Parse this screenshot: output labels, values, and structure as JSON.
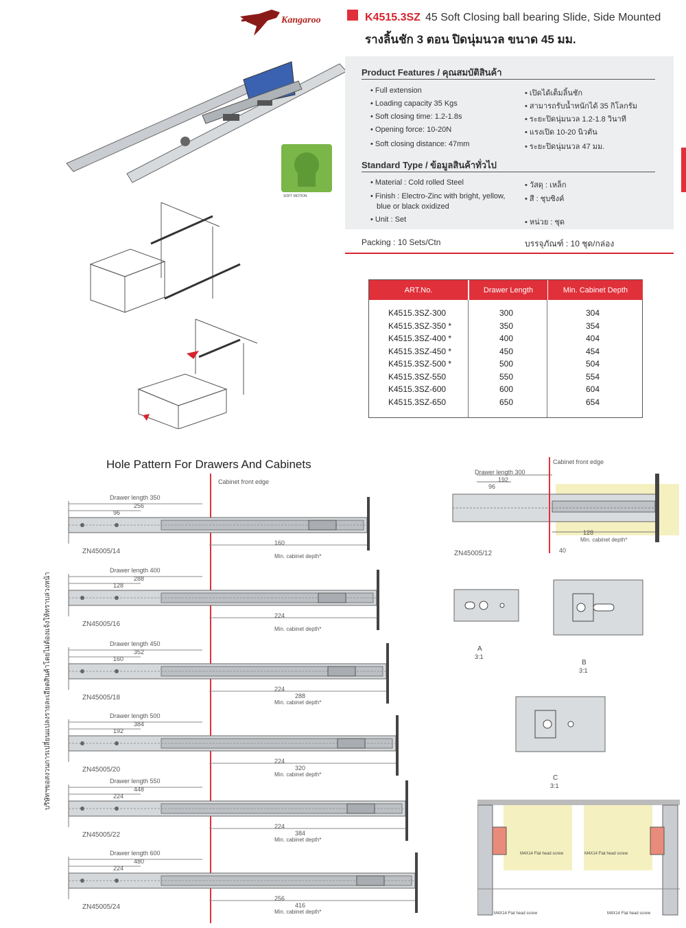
{
  "header": {
    "brand": "Kangaroo",
    "code": "K4515.3SZ",
    "title": "45 Soft Closing ball bearing Slide, Side Mounted",
    "thai_title": "รางลิ้นชัก 3 ตอน ปิดนุ่มนวล ขนาด 45 มม."
  },
  "product_features": {
    "heading": "Product Features / คุณสมบัติสินค้า",
    "items": [
      {
        "en": "• Full extension",
        "th": "• เปิดได้เต็มลิ้นชัก"
      },
      {
        "en": "• Loading capacity 35 Kgs",
        "th": "• สามารถรับน้ำหนักได้ 35 กิโลกรัม"
      },
      {
        "en": "• Soft closing time: 1.2-1.8s",
        "th": "• ระยะปิดนุ่มนวล 1.2-1.8 วินาที"
      },
      {
        "en": "• Opening force: 10-20N",
        "th": "• แรงเปิด 10-20 นิวตัน"
      },
      {
        "en": "• Soft closing distance: 47mm",
        "th": "• ระยะปิดนุ่มนวล 47 มม."
      }
    ]
  },
  "standard_type": {
    "heading": "Standard Type / ข้อมูลสินค้าทั่วไป",
    "items": [
      {
        "en": "• Material : Cold rolled Steel",
        "th": "• วัสดุ : เหล็ก"
      },
      {
        "en": "• Finish : Electro-Zinc with bright, yellow,",
        "en2": "blue or black oxidized",
        "th": "• สี : ชุบซิงค์"
      },
      {
        "en": "• Unit : Set",
        "th": "• หน่วย : ชุด"
      }
    ]
  },
  "packing": {
    "en": "Packing :  10 Sets/Ctn",
    "th": "บรรจุภัณฑ์ :  10 ชุด/กล่อง"
  },
  "soft_motion_label": "SOFT MOTION",
  "table": {
    "headers": [
      "ART.No.",
      "Drawer Length",
      "Min. Cabinet Depth"
    ],
    "rows": [
      [
        "K4515.3SZ-300",
        "300",
        "304"
      ],
      [
        "K4515.3SZ-350 *",
        "350",
        "354"
      ],
      [
        "K4515.3SZ-400 *",
        "400",
        "404"
      ],
      [
        "K4515.3SZ-450 *",
        "450",
        "454"
      ],
      [
        "K4515.3SZ-500 *",
        "500",
        "504"
      ],
      [
        "K4515.3SZ-550",
        "550",
        "554"
      ],
      [
        "K4515.3SZ-600",
        "600",
        "604"
      ],
      [
        "K4515.3SZ-650",
        "650",
        "654"
      ]
    ]
  },
  "hole_pattern": {
    "title": "Hole Pattern For Drawers And Cabinets",
    "cabinet_edge": "Cabinet front edge",
    "min_depth": "Min. cabinet depth*",
    "drawings": [
      {
        "code": "ZN45005/14",
        "drawer": "Drawer length 350",
        "a": "256",
        "b": "96",
        "c": "160",
        "d": ""
      },
      {
        "code": "ZN45005/16",
        "drawer": "Drawer length 400",
        "a": "288",
        "b": "128",
        "c": "224",
        "d": ""
      },
      {
        "code": "ZN45005/18",
        "drawer": "Drawer length 450",
        "a": "352",
        "b": "160",
        "c": "224",
        "d": "288"
      },
      {
        "code": "ZN45005/20",
        "drawer": "Drawer length 500",
        "a": "384",
        "b": "192",
        "c": "224",
        "d": "320"
      },
      {
        "code": "ZN45005/22",
        "drawer": "Drawer length 550",
        "a": "448",
        "b": "224",
        "c": "224",
        "d": "384"
      },
      {
        "code": "ZN45005/24",
        "drawer": "Drawer length 600",
        "a": "480",
        "b": "224",
        "c": "256",
        "d": "416"
      }
    ],
    "right_drawing": {
      "code": "ZN45005/12",
      "drawer": "Drawer length 300",
      "a": "192",
      "b": "96",
      "c": "128",
      "d": "40"
    },
    "detail_a": "A",
    "detail_b": "B",
    "detail_c": "C",
    "scale": "3:1",
    "screw": "M4X14 Flat head screw"
  },
  "vertical_note": "บริษัทฯขอสงวนการเปลี่ยนแปลงรายละเอียดสินค้าโดยไม่ต้องแจ้งให้ทราบล่วงหน้า"
}
